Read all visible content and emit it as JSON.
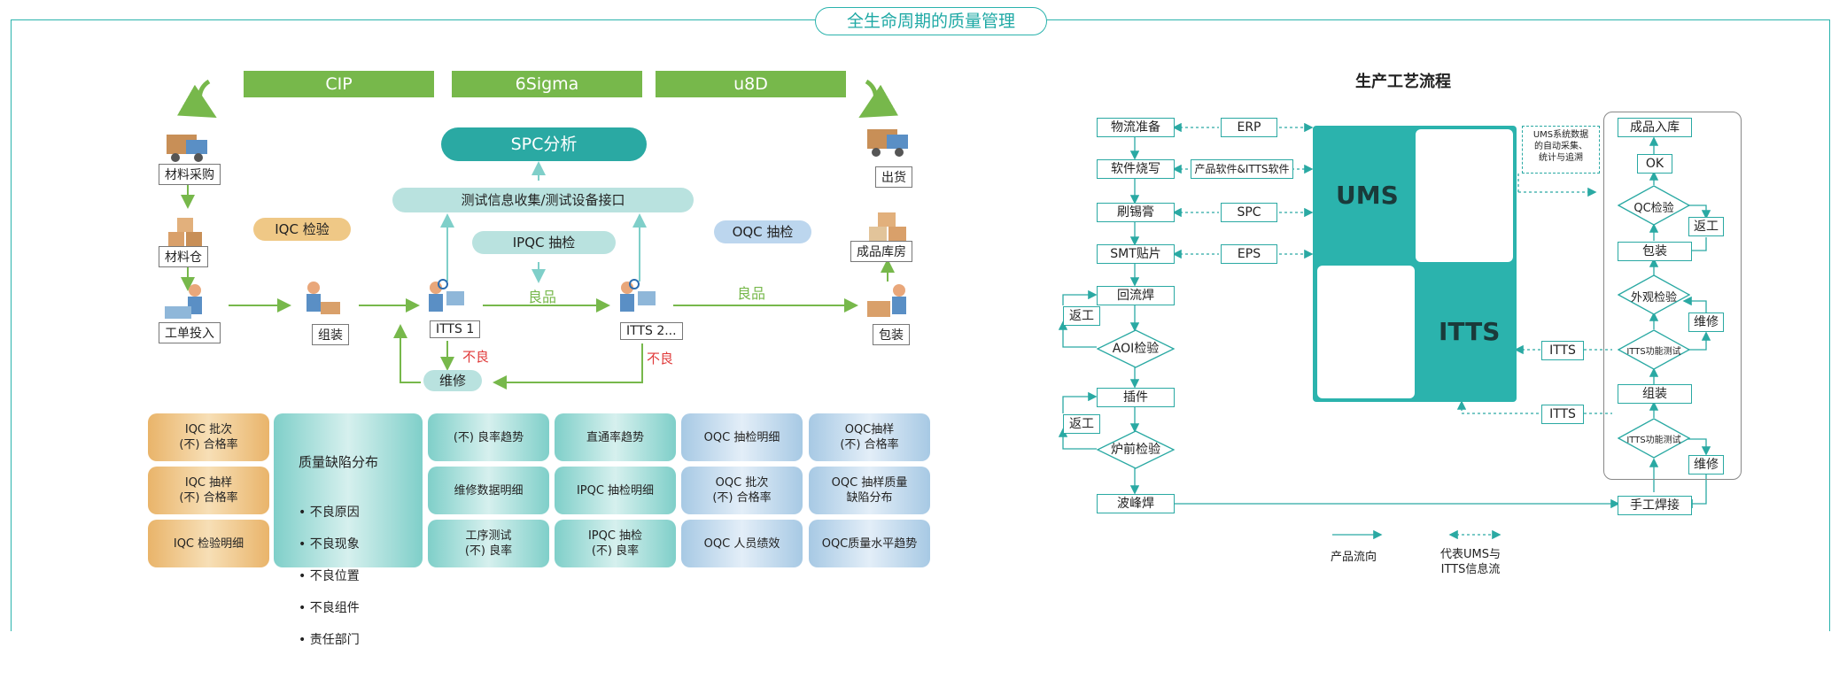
{
  "header": {
    "title": "全生命周期的质量管理"
  },
  "left": {
    "bars": [
      "CIP",
      "6Sigma",
      "u8D"
    ],
    "spc": "SPC分析",
    "collect": "测试信息收集/测试设备接口",
    "ipqc": "IPQC 抽检",
    "iqc": "IQC 检验",
    "oqc": "OQC 抽检",
    "good1": "良品",
    "good2": "良品",
    "bad1": "不良",
    "bad2": "不良",
    "repair": "维修",
    "stations": {
      "purchase": "材料采购",
      "warehouse": "材料仓",
      "input": "工单投入",
      "assemble": "组装",
      "itts1": "ITTS 1",
      "itts2": "ITTS 2...",
      "pack": "包装",
      "store": "成品库房",
      "ship": "出货"
    },
    "table": {
      "iqc1": "IQC 批次\n(不) 合格率",
      "iqc2": "IQC 抽样\n(不) 合格率",
      "iqc3": "IQC 检验明细",
      "defect_title": "质量缺陷分布",
      "defect_items": [
        "不良原因",
        "不良现象",
        "不良位置",
        "不良组件",
        "责任部门"
      ],
      "c1": "(不) 良率趋势",
      "c2": "维修数据明细",
      "c3": "工序测试\n(不) 良率",
      "c4": "直通率趋势",
      "c5": "IPQC 抽检明细",
      "c6": "IPQC 抽检\n(不) 良率",
      "c7": "OQC 抽检明细",
      "c8": "OQC 批次\n(不) 合格率",
      "c9": "OQC 人员绩效",
      "c10": "OQC抽样\n(不) 合格率",
      "c11": "OQC 抽样质量\n缺陷分布",
      "c12": "OQC质量水平趋势"
    }
  },
  "right": {
    "title": "生产工艺流程",
    "flow": {
      "n1": "物流准备",
      "n2": "软件烧写",
      "n3": "刷锡膏",
      "n4": "SMT贴片",
      "n5": "回流焊",
      "n6": "AOI检验",
      "n7": "插件",
      "n8": "炉前检验",
      "n9": "波峰焊",
      "rw1": "返工",
      "rw2": "返工"
    },
    "systems": {
      "erp": "ERP",
      "soft": "产品软件&ITTS软件",
      "spc": "SPC",
      "eps": "EPS"
    },
    "ums": "UMS",
    "itts": "ITTS",
    "ums_note": "UMS系统数据\n的自动采集、\n统计与追溯",
    "itts_tag1": "ITTS",
    "itts_tag2": "ITTS",
    "box": {
      "b1": "成品入库",
      "b2": "OK",
      "b3": "QC检验",
      "b4": "返工",
      "b5": "包装",
      "b6": "外观检验",
      "b7": "维修",
      "b8": "ITTS功能测试",
      "b9": "组装",
      "b10": "ITTS功能测试",
      "b11": "维修",
      "b12": "手工焊接"
    },
    "legend": {
      "product": "产品流向",
      "info": "代表UMS与\nITTS信息流"
    }
  },
  "colors": {
    "teal": "#2bb3ad",
    "green": "#77b84b",
    "red": "#e03a3a"
  }
}
